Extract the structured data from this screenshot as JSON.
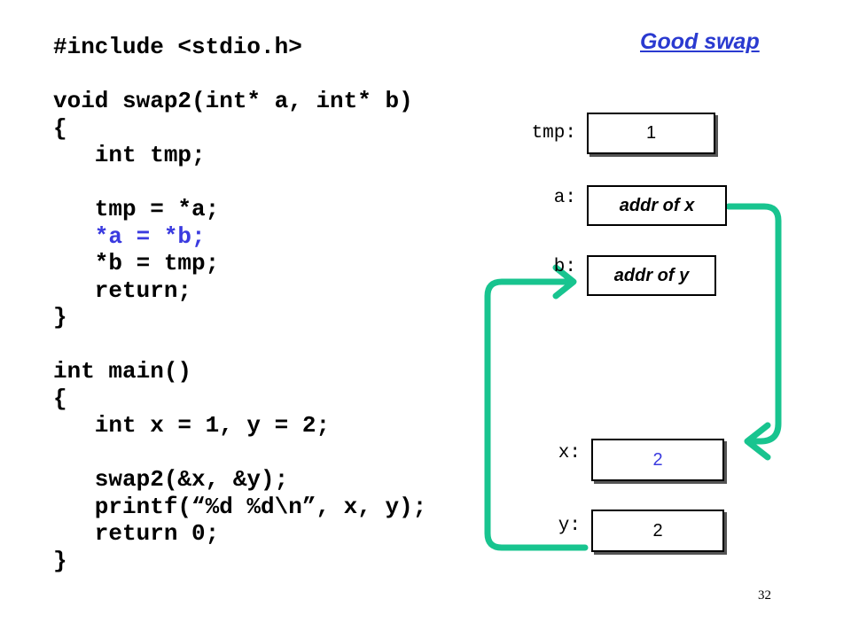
{
  "slide": {
    "title": "Good swap",
    "page_number": "32"
  },
  "colors": {
    "highlight": "#3a3adf",
    "arrow": "#18c48f",
    "title": "#2a3ad0"
  },
  "code": {
    "lines": [
      "#include <stdio.h>",
      "",
      "void swap2(int* a, int* b)",
      "{",
      "   int tmp;",
      "",
      "   tmp = *a;",
      "   *a = *b;",
      "   *b = tmp;",
      "   return;",
      "}",
      "",
      "int main()",
      "{",
      "   int x = 1, y = 2;",
      "",
      "   swap2(&x, &y);",
      "   printf(“%d %d\\n”, x, y);",
      "   return 0;",
      "}"
    ],
    "highlighted_line": "   *a = *b;"
  },
  "memory": {
    "tmp": {
      "label": "tmp:",
      "value": "1"
    },
    "a": {
      "label": "a:",
      "value": "addr of x"
    },
    "b": {
      "label": "b:",
      "value": "addr of y"
    },
    "x": {
      "label": "x:",
      "value": "2"
    },
    "y": {
      "label": "y:",
      "value": "2"
    }
  }
}
